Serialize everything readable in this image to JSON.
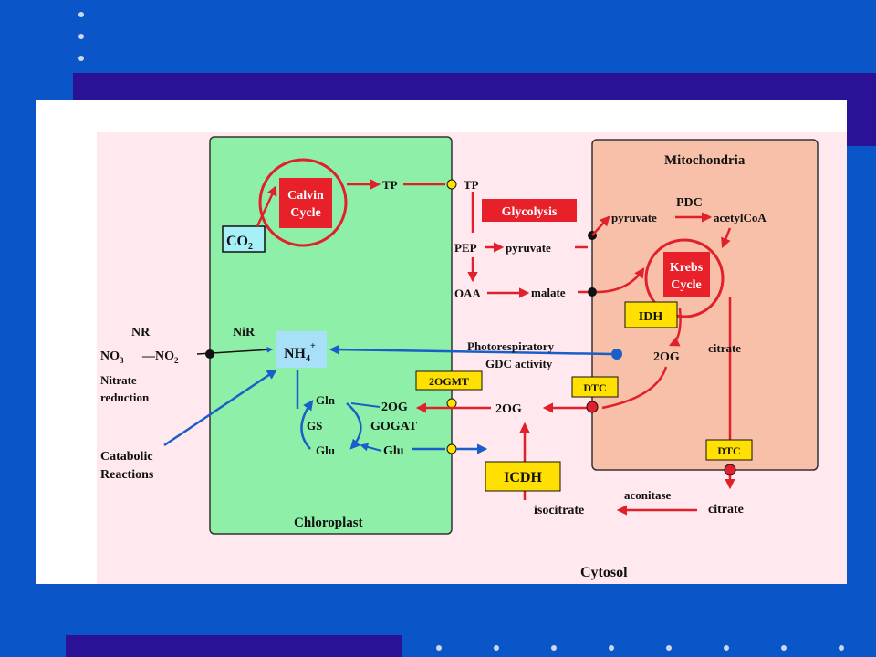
{
  "colors": {
    "slide_bg": "#0a55c8",
    "band": "#2a1196",
    "chloroplast_fill": "#8ef0a8",
    "mitochondria_fill": "#f8c0a8",
    "panel_bg": "#ffe8ee",
    "red_arrow": "#e0202a",
    "blue_arrow": "#1a5ec8",
    "enzyme_box": "#ffe000",
    "red_box": "#e8202a"
  },
  "diagram": {
    "compartments": {
      "chloroplast": "Chloroplast",
      "mitochondria": "Mitochondria",
      "cytosol": "Cytosol"
    },
    "cycles": {
      "calvin": [
        "Calvin",
        "Cycle"
      ],
      "krebs": [
        "Krebs",
        "Cycle"
      ]
    },
    "red_boxes": {
      "glycolysis": "Glycolysis"
    },
    "enzyme_boxes": {
      "idh": "IDH",
      "ogmt": "2OGMT",
      "dtc_upper": "DTC",
      "dtc_lower": "DTC",
      "icdh": "ICDH"
    },
    "inputs": {
      "co2": "CO",
      "co2_sub": "2"
    },
    "nh4": {
      "base": "NH",
      "sub": "4",
      "sup": "+"
    },
    "nitrate": {
      "nr": "NR",
      "nir": "NiR",
      "no3_base": "NO",
      "no3_sub": "3",
      "no3_sup": "-",
      "dash": "—",
      "no2_base": "NO",
      "no2_sub": "2",
      "no2_sup": "-",
      "reduction_1": "Nitrate",
      "reduction_2": "reduction"
    },
    "catabolic": [
      "Catabolic",
      "Reactions"
    ],
    "metabolites": {
      "tp_left": "TP",
      "tp_right": "TP",
      "pep": "PEP",
      "pyruvate_cytosol": "pyruvate",
      "oaa": "OAA",
      "malate": "malate",
      "pyruvate_mito": "pyruvate",
      "pdc": "PDC",
      "acetylcoa": "acetylCoA",
      "og_mito": "2OG",
      "citrate_mito": "citrate",
      "og_cytosol": "2OG",
      "citrate_cytosol": "citrate",
      "isocitrate": "isocitrate",
      "aconitase": "aconitase",
      "gln": "Gln",
      "gs": "GS",
      "glu_left": "Glu",
      "og_chloro": "2OG",
      "gogat": "GOGAT",
      "glu_right": "Glu"
    },
    "photorespiratory": [
      "Photorespiratory",
      "GDC activity"
    ]
  }
}
